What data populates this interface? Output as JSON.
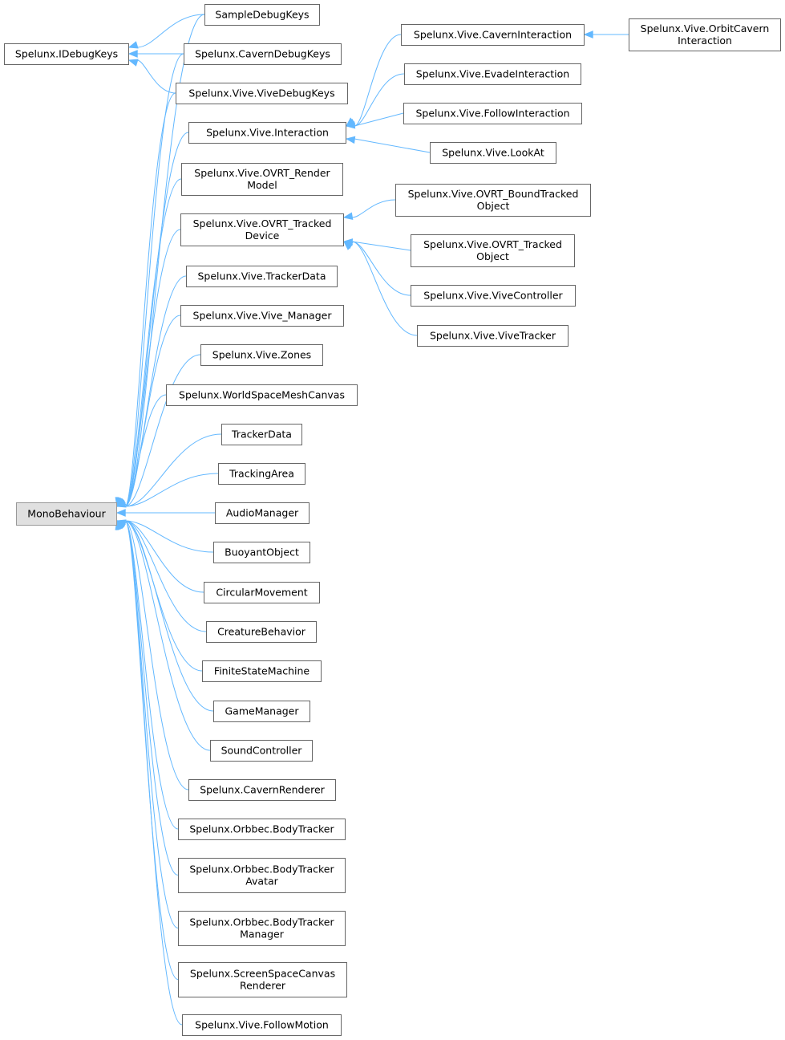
{
  "colors": {
    "edge": "#63b8ff",
    "node_border": "#666666",
    "root_fill": "#e0e0e0"
  },
  "nodes": [
    {
      "id": "mono",
      "lines": [
        "MonoBehaviour"
      ],
      "root": true
    },
    {
      "id": "idebug",
      "lines": [
        "Spelunx.IDebugKeys"
      ]
    },
    {
      "id": "sample",
      "lines": [
        "SampleDebugKeys"
      ]
    },
    {
      "id": "caverndbg",
      "lines": [
        "Spelunx.CavernDebugKeys"
      ]
    },
    {
      "id": "vivedbg",
      "lines": [
        "Spelunx.Vive.ViveDebugKeys"
      ]
    },
    {
      "id": "interaction",
      "lines": [
        "Spelunx.Vive.Interaction"
      ]
    },
    {
      "id": "caverninter",
      "lines": [
        "Spelunx.Vive.CavernInteraction"
      ]
    },
    {
      "id": "orbit",
      "lines": [
        "Spelunx.Vive.OrbitCavern",
        "Interaction"
      ]
    },
    {
      "id": "evade",
      "lines": [
        "Spelunx.Vive.EvadeInteraction"
      ]
    },
    {
      "id": "follow",
      "lines": [
        "Spelunx.Vive.FollowInteraction"
      ]
    },
    {
      "id": "lookat",
      "lines": [
        "Spelunx.Vive.LookAt"
      ]
    },
    {
      "id": "rendermodel",
      "lines": [
        "Spelunx.Vive.OVRT_Render",
        "Model"
      ]
    },
    {
      "id": "trackeddev",
      "lines": [
        "Spelunx.Vive.OVRT_Tracked",
        "Device"
      ]
    },
    {
      "id": "boundtracked",
      "lines": [
        "Spelunx.Vive.OVRT_BoundTracked",
        "Object"
      ]
    },
    {
      "id": "trackedobj",
      "lines": [
        "Spelunx.Vive.OVRT_Tracked",
        "Object"
      ]
    },
    {
      "id": "vivectrl",
      "lines": [
        "Spelunx.Vive.ViveController"
      ]
    },
    {
      "id": "vivetracker",
      "lines": [
        "Spelunx.Vive.ViveTracker"
      ]
    },
    {
      "id": "trackerdata1",
      "lines": [
        "Spelunx.Vive.TrackerData"
      ]
    },
    {
      "id": "vivemgr",
      "lines": [
        "Spelunx.Vive.Vive_Manager"
      ]
    },
    {
      "id": "zones",
      "lines": [
        "Spelunx.Vive.Zones"
      ]
    },
    {
      "id": "wsmc",
      "lines": [
        "Spelunx.WorldSpaceMeshCanvas"
      ]
    },
    {
      "id": "trackerdata",
      "lines": [
        "TrackerData"
      ]
    },
    {
      "id": "trackingarea",
      "lines": [
        "TrackingArea"
      ]
    },
    {
      "id": "audiomgr",
      "lines": [
        "AudioManager"
      ]
    },
    {
      "id": "buoyant",
      "lines": [
        "BuoyantObject"
      ]
    },
    {
      "id": "circular",
      "lines": [
        "CircularMovement"
      ]
    },
    {
      "id": "creature",
      "lines": [
        "CreatureBehavior"
      ]
    },
    {
      "id": "fsm",
      "lines": [
        "FiniteStateMachine"
      ]
    },
    {
      "id": "gamemgr",
      "lines": [
        "GameManager"
      ]
    },
    {
      "id": "soundctrl",
      "lines": [
        "SoundController"
      ]
    },
    {
      "id": "cavernrend",
      "lines": [
        "Spelunx.CavernRenderer"
      ]
    },
    {
      "id": "bodytracker",
      "lines": [
        "Spelunx.Orbbec.BodyTracker"
      ]
    },
    {
      "id": "btavatar",
      "lines": [
        "Spelunx.Orbbec.BodyTracker",
        "Avatar"
      ]
    },
    {
      "id": "btmanager",
      "lines": [
        "Spelunx.Orbbec.BodyTracker",
        "Manager"
      ]
    },
    {
      "id": "sscr",
      "lines": [
        "Spelunx.ScreenSpaceCanvas",
        "Renderer"
      ]
    },
    {
      "id": "followmotion",
      "lines": [
        "Spelunx.Vive.FollowMotion"
      ]
    }
  ],
  "edges": [
    {
      "from": "sample",
      "to": "idebug"
    },
    {
      "from": "caverndbg",
      "to": "idebug"
    },
    {
      "from": "vivedbg",
      "to": "idebug"
    },
    {
      "from": "sample",
      "to": "mono"
    },
    {
      "from": "caverndbg",
      "to": "mono"
    },
    {
      "from": "vivedbg",
      "to": "mono"
    },
    {
      "from": "interaction",
      "to": "mono"
    },
    {
      "from": "rendermodel",
      "to": "mono"
    },
    {
      "from": "trackeddev",
      "to": "mono"
    },
    {
      "from": "trackerdata1",
      "to": "mono"
    },
    {
      "from": "vivemgr",
      "to": "mono"
    },
    {
      "from": "zones",
      "to": "mono"
    },
    {
      "from": "wsmc",
      "to": "mono"
    },
    {
      "from": "trackerdata",
      "to": "mono"
    },
    {
      "from": "trackingarea",
      "to": "mono"
    },
    {
      "from": "audiomgr",
      "to": "mono"
    },
    {
      "from": "buoyant",
      "to": "mono"
    },
    {
      "from": "circular",
      "to": "mono"
    },
    {
      "from": "creature",
      "to": "mono"
    },
    {
      "from": "fsm",
      "to": "mono"
    },
    {
      "from": "gamemgr",
      "to": "mono"
    },
    {
      "from": "soundctrl",
      "to": "mono"
    },
    {
      "from": "cavernrend",
      "to": "mono"
    },
    {
      "from": "bodytracker",
      "to": "mono"
    },
    {
      "from": "btavatar",
      "to": "mono"
    },
    {
      "from": "btmanager",
      "to": "mono"
    },
    {
      "from": "sscr",
      "to": "mono"
    },
    {
      "from": "followmotion",
      "to": "mono"
    },
    {
      "from": "caverninter",
      "to": "interaction"
    },
    {
      "from": "evade",
      "to": "interaction"
    },
    {
      "from": "follow",
      "to": "interaction"
    },
    {
      "from": "lookat",
      "to": "interaction"
    },
    {
      "from": "orbit",
      "to": "caverninter"
    },
    {
      "from": "boundtracked",
      "to": "trackeddev"
    },
    {
      "from": "trackedobj",
      "to": "trackeddev"
    },
    {
      "from": "vivectrl",
      "to": "trackeddev"
    },
    {
      "from": "vivetracker",
      "to": "trackeddev"
    }
  ]
}
